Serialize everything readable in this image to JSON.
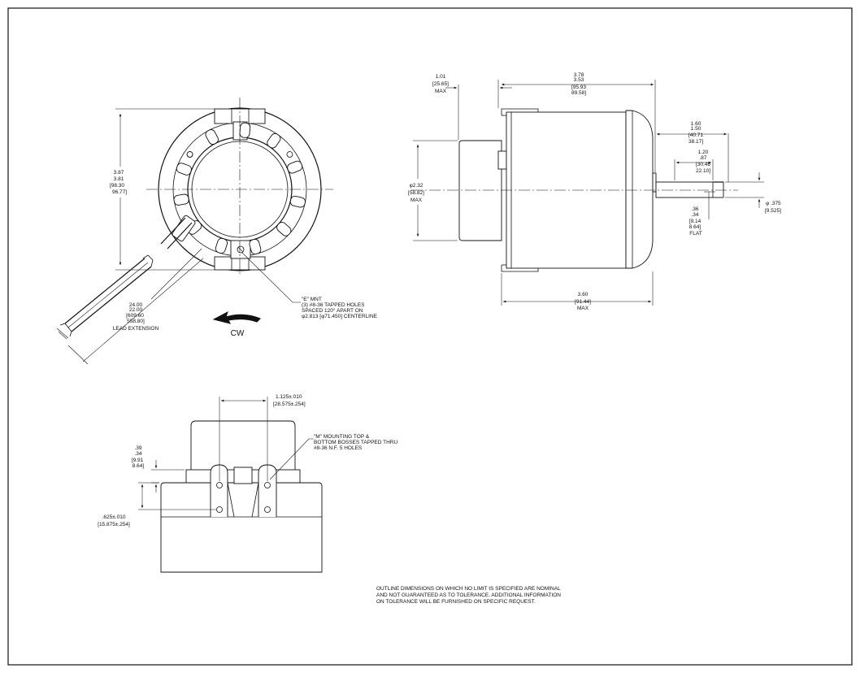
{
  "front_view": {
    "height_dims": [
      "3.87",
      "3.81",
      "[98.30",
      "96.77]"
    ],
    "lead_dims": [
      "24.00",
      "22.00",
      "[609.60",
      "558.80]",
      "LEAD EXTENSION"
    ],
    "mount_note": [
      "\"E\" MNT",
      "(3) #8-36 TAPPED HOLES",
      "SPACED 120° APART ON",
      "φ2.813 [φ71.450] CENTERLINE"
    ],
    "rotation": "CW"
  },
  "side_view": {
    "flange_dims": [
      "1.01",
      "[25.65]",
      "MAX"
    ],
    "overall_dims": [
      "3.78",
      "3.53",
      "[95.93",
      "89.58]"
    ],
    "diameter_dims": [
      "φ2.32",
      "[58.82]",
      "MAX"
    ],
    "shaft_dims": [
      "1.60",
      "1.50",
      "[40.71",
      "38.17]"
    ],
    "flat_len_dims": [
      "1.20",
      ".87",
      "[30.48",
      "22.10]"
    ],
    "shaft_dia_dims": [
      "φ .375",
      "[9.525]"
    ],
    "flat_dims": [
      ".36",
      ".34",
      "[9.14",
      "8.64]",
      "FLAT"
    ],
    "body_dims": [
      "3.60",
      "[91.44]",
      "MAX"
    ]
  },
  "bottom_view": {
    "spacing_dims": [
      "1.125±.010",
      "[28.575±.254]"
    ],
    "height_dims": [
      ".39",
      ".34",
      "[9.91",
      "8.64]"
    ],
    "offset_dims": [
      ".625±.010",
      "[15.875±.254]"
    ],
    "mount_note": [
      "\"M\" MOUNTING TOP &",
      "BOTTOM BOSSES TAPPED THRU",
      "#8-36 N.F. 5 HOLES"
    ]
  },
  "footnote": [
    "OUTLINE DIMENSIONS ON WHICH NO LIMIT IS SPECIFIED ARE NOMINAL",
    "AND NOT GUARANTEED AS TO TOLERANCE. ADDITIONAL INFORMATION",
    "ON TOLERANCE WILL BE FURNISHED ON SPECIFIC REQUEST."
  ]
}
